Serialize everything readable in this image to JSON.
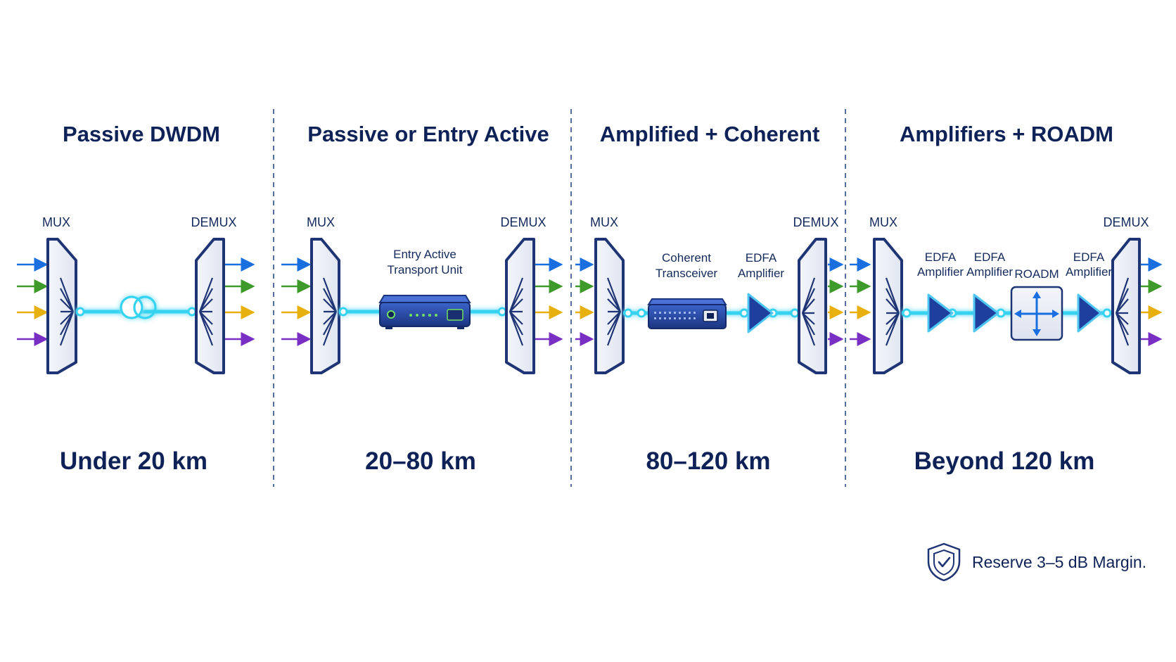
{
  "panels": [
    {
      "title": "Passive DWDM",
      "range": "Under 20 km",
      "mux_label": "MUX",
      "demux_label": "DEMUX"
    },
    {
      "title": "Passive or Entry Active",
      "range": "20–80 km",
      "mux_label": "MUX",
      "demux_label": "DEMUX",
      "device_label_line1": "Entry Active",
      "device_label_line2": "Transport Unit"
    },
    {
      "title": "Amplified + Coherent",
      "range": "80–120 km",
      "mux_label": "MUX",
      "demux_label": "DEMUX",
      "transceiver_line1": "Coherent",
      "transceiver_line2": "Transceiver",
      "amp_line1": "EDFA",
      "amp_line2": "Amplifier"
    },
    {
      "title": "Amplifiers + ROADM",
      "range": "Beyond 120 km",
      "mux_label": "MUX",
      "demux_label": "DEMUX",
      "amp1_line1": "EDFA",
      "amp1_line2": "Amplifier",
      "amp2_line1": "EDFA",
      "amp2_line2": "Amplifier",
      "roadm_label": "ROADM",
      "amp3_line1": "EDFA",
      "amp3_line2": "Amplifier"
    }
  ],
  "footnote": {
    "text": "Reserve 3–5 dB Margin.",
    "icon": "shield-check-icon"
  },
  "colors": {
    "navy": "#0f2257",
    "device_blue": "#1e3f9e",
    "fiber_glow": "#35d3f0",
    "channel_blue": "#1a6fe0",
    "channel_green": "#3e9a2a",
    "channel_yellow": "#e8b00f",
    "channel_purple": "#7a2fc4"
  }
}
